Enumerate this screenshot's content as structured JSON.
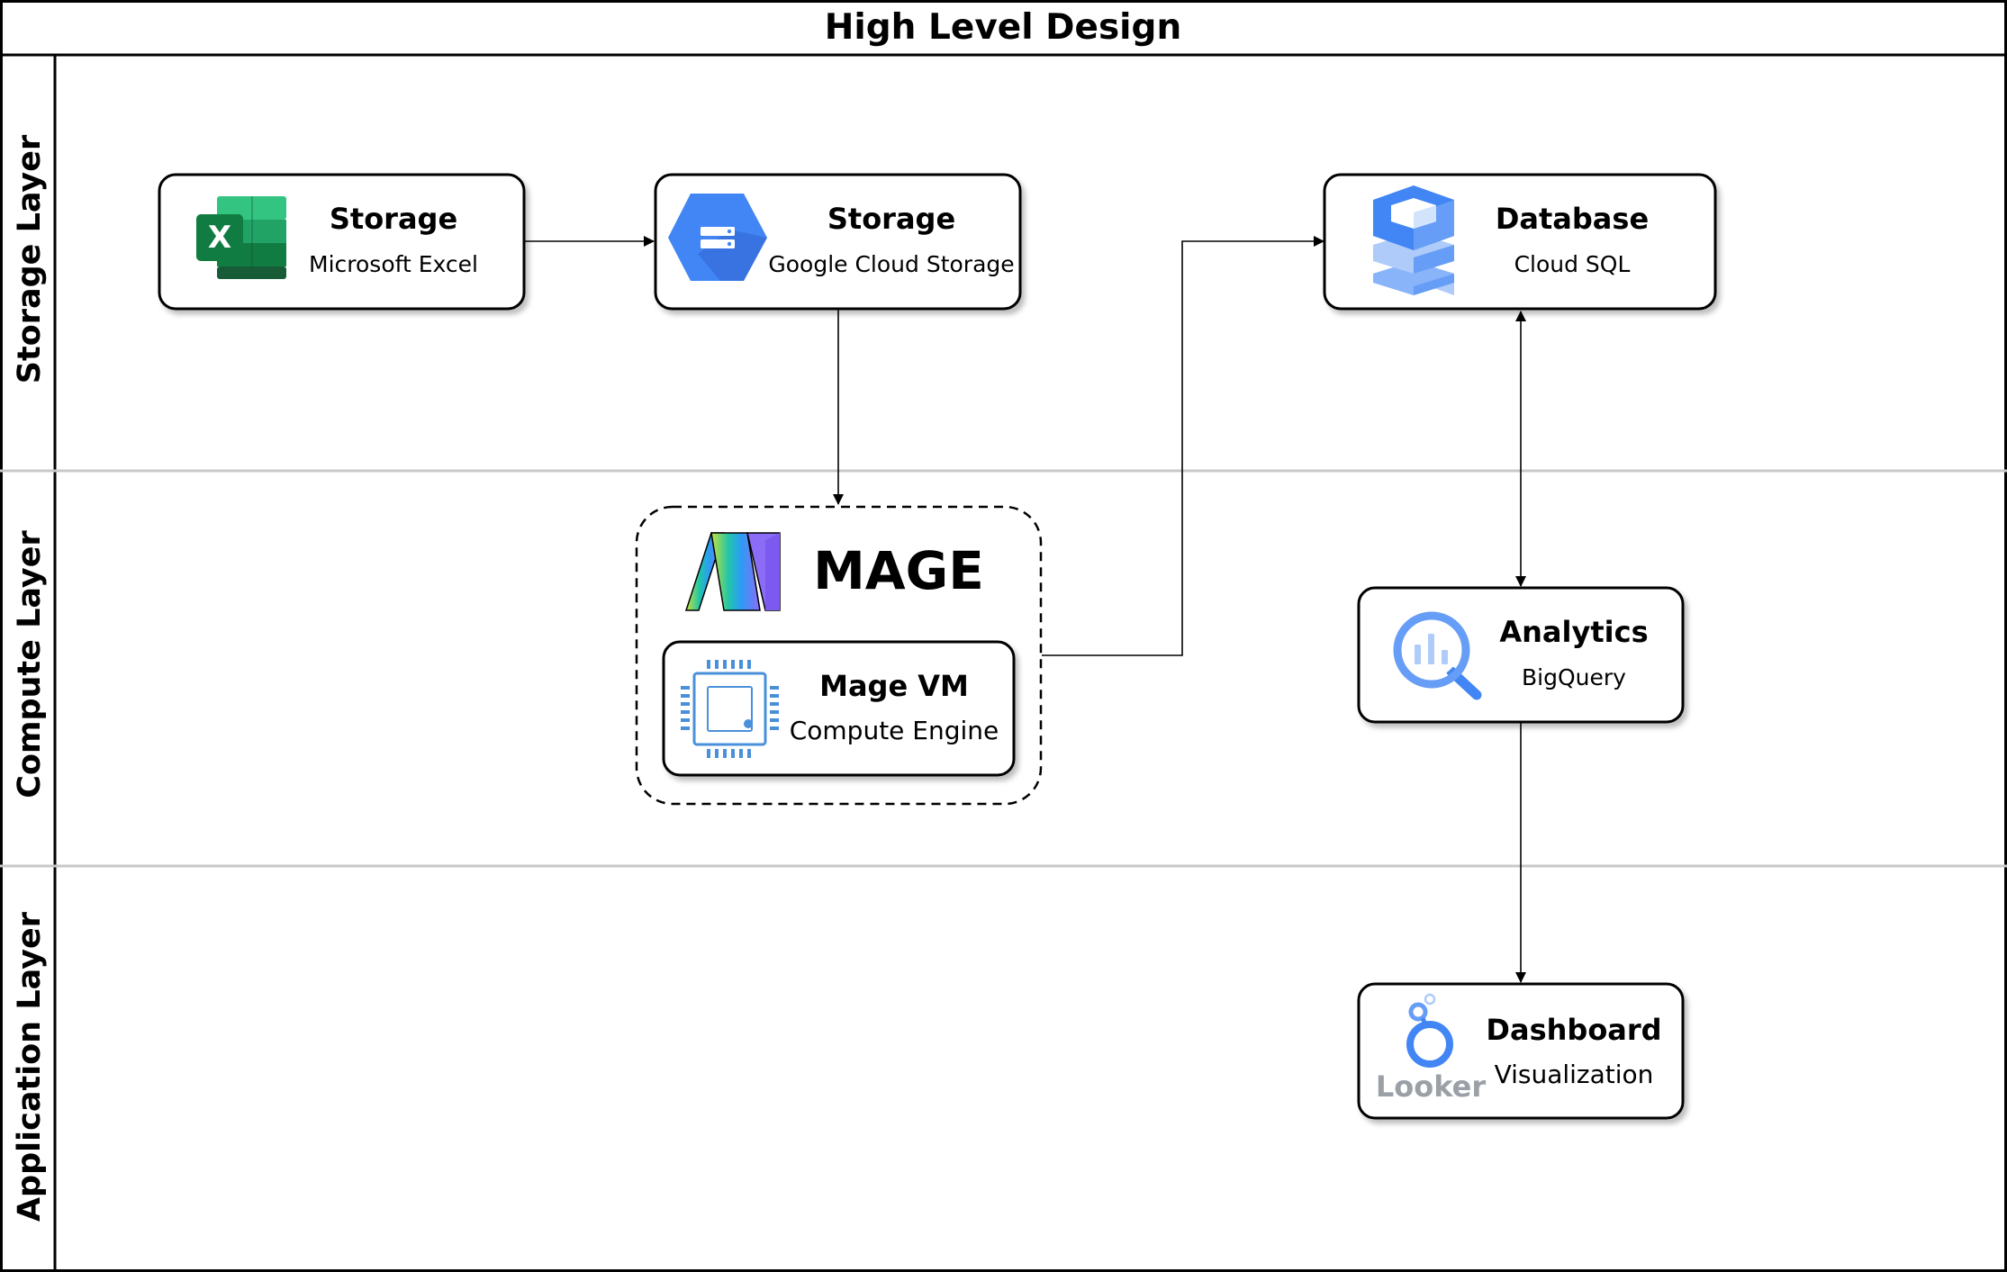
{
  "title": "High Level Design",
  "lanes": {
    "storage": "Storage Layer",
    "compute": "Compute Layer",
    "application": "Application Layer"
  },
  "nodes": {
    "excel": {
      "title": "Storage",
      "subtitle": "Microsoft Excel",
      "icon": "excel-icon"
    },
    "gcs": {
      "title": "Storage",
      "subtitle": "Google Cloud Storage",
      "icon": "cloud-storage-icon"
    },
    "cloudsql": {
      "title": "Database",
      "subtitle": "Cloud SQL",
      "icon": "cloud-sql-icon"
    },
    "mage": {
      "logo_text": "MAGE",
      "icon": "mage-logo-icon"
    },
    "magevm": {
      "title": "Mage VM",
      "subtitle": "Compute Engine",
      "icon": "compute-engine-icon"
    },
    "bigquery": {
      "title": "Analytics",
      "subtitle": "BigQuery",
      "icon": "bigquery-icon"
    },
    "dashboard": {
      "title": "Dashboard",
      "subtitle": "Visualization",
      "icon": "looker-icon",
      "logo_text": "Looker"
    }
  },
  "edges": [
    {
      "from": "Microsoft Excel",
      "to": "Google Cloud Storage"
    },
    {
      "from": "Google Cloud Storage",
      "to": "MAGE"
    },
    {
      "from": "MAGE",
      "to": "Cloud SQL"
    },
    {
      "from": "Cloud SQL",
      "to": "BigQuery",
      "bidirectional": true
    },
    {
      "from": "BigQuery",
      "to": "Visualization"
    }
  ],
  "colors": {
    "excel_green": "#107C41",
    "google_blue": "#4285F4",
    "light_blue": "#AECBFA",
    "looker_grey": "#9AA0A6",
    "border": "#000000"
  }
}
